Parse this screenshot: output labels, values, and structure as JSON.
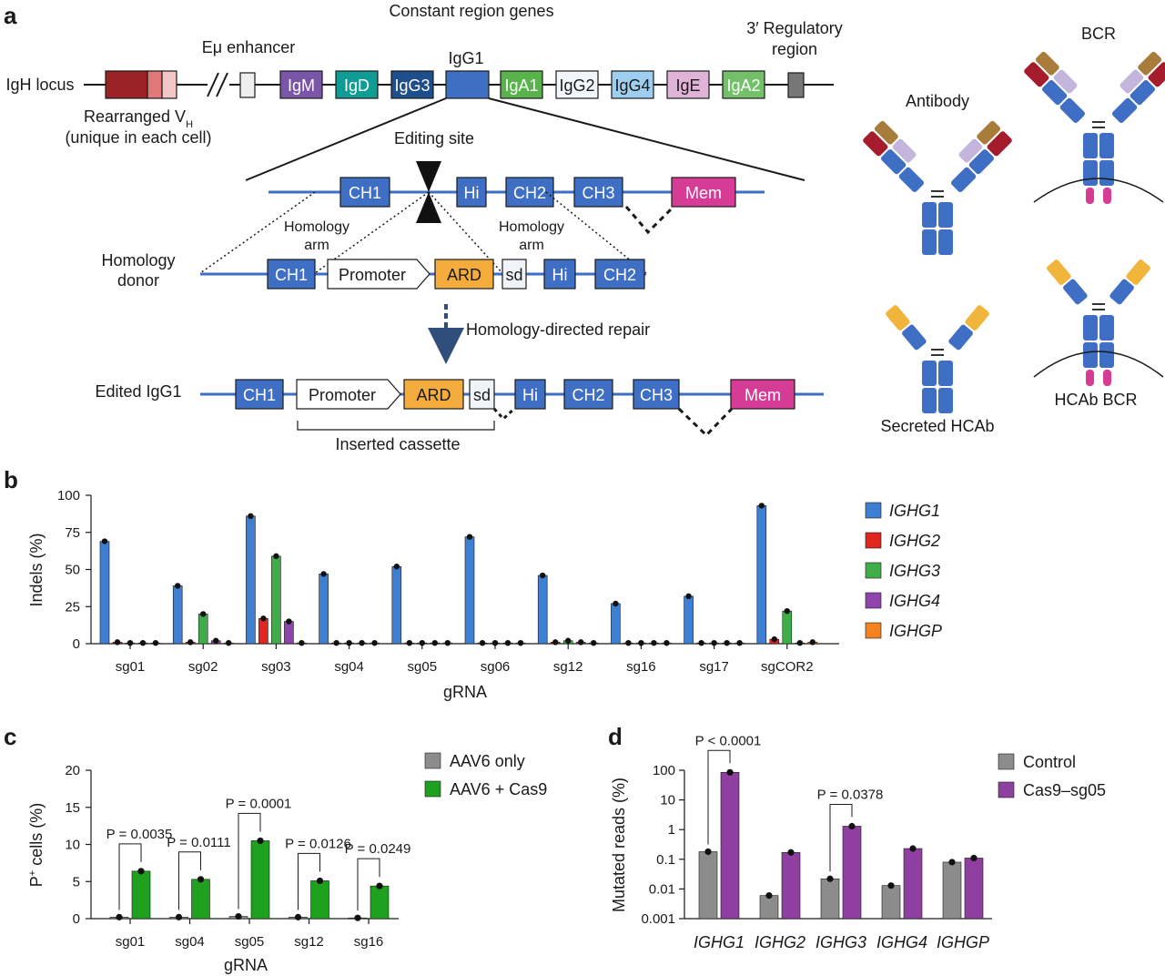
{
  "panel_letters": [
    "a",
    "b",
    "c",
    "d"
  ],
  "panel_a": {
    "constant_region_title": "Constant region genes",
    "igh_locus": "IgH locus",
    "emu_enhancer": "Eμ enhancer",
    "regulatory_region": [
      "3′ Regulatory",
      "region"
    ],
    "rearranged": [
      "Rearranged V",
      "H",
      "(unique in each cell)"
    ],
    "genes": [
      "IgM",
      "IgD",
      "IgG3",
      "IgG1",
      "IgA1",
      "IgG2",
      "IgG4",
      "IgE",
      "IgA2"
    ],
    "editing_site": "Editing site",
    "homology_arm": [
      "Homology",
      "arm"
    ],
    "homology_donor": [
      "Homology",
      "donor"
    ],
    "hdr": "Homology-directed repair",
    "edited": "Edited IgG1",
    "inserted_cassette": "Inserted cassette",
    "segments": {
      "ch1": "CH1",
      "hi": "Hi",
      "ch2": "CH2",
      "ch3": "CH3",
      "mem": "Mem",
      "promoter": "Promoter",
      "ard": "ARD",
      "sd": "sd"
    },
    "molecules": {
      "antibody": "Antibody",
      "bcr": "BCR",
      "secreted_hcab": "Secreted HCAb",
      "hcab_bcr": "HCAb BCR"
    },
    "colors": {
      "vh_dark": "#9b2226",
      "vh_mid": "#e07a7a",
      "vh_light": "#f4c6c6",
      "IgM": "#7b55a8",
      "IgD": "#0f9c94",
      "IgG3": "#1f4e8c",
      "IgG1": "#3f6fc4",
      "IgA1": "#59b24b",
      "IgG2": "#f2f6fa",
      "IgG4": "#9ecff0",
      "IgE": "#e0b4d8",
      "IgA2": "#74c06a",
      "reg": "#777777",
      "blue_seg": "#3f6fc4",
      "mem": "#d63c96",
      "ard": "#f4ad3c",
      "heavy": "#3f6fc4",
      "light": "#c4b5dc",
      "var_light": "#a87c3a",
      "var_heavy": "#a51d2d",
      "hcab_var": "#f2b53b",
      "tm": "#d63c96"
    }
  },
  "chart_data": [
    {
      "panel": "b",
      "type": "bar",
      "ylabel": "Indels (%)",
      "xlabel": "gRNA",
      "ylim": [
        0,
        100
      ],
      "yticks": [
        0,
        25,
        50,
        75,
        100
      ],
      "categories": [
        "sg01",
        "sg02",
        "sg03",
        "sg04",
        "sg05",
        "sg06",
        "sg12",
        "sg16",
        "sg17",
        "sgCOR2"
      ],
      "series": [
        {
          "name": "IGHG1",
          "color": "#3f7fd1",
          "values": [
            69,
            39,
            86,
            47,
            52,
            72,
            46,
            27,
            32,
            93
          ]
        },
        {
          "name": "IGHG2",
          "color": "#e0261f",
          "values": [
            1,
            1,
            17,
            0.5,
            0.5,
            0.5,
            1,
            0.5,
            0.5,
            3
          ]
        },
        {
          "name": "IGHG3",
          "color": "#3fae49",
          "values": [
            0.5,
            20,
            59,
            0.5,
            0.5,
            0.5,
            2,
            0.5,
            0.5,
            22
          ]
        },
        {
          "name": "IGHG4",
          "color": "#8e44ad",
          "values": [
            0.5,
            2,
            15,
            0.5,
            0.5,
            0.5,
            1,
            0.5,
            0.5,
            0.5
          ]
        },
        {
          "name": "IGHGP",
          "color": "#f58220",
          "values": [
            0.5,
            0.5,
            0.5,
            0.5,
            0.5,
            0.5,
            0.5,
            0.5,
            0.5,
            1
          ]
        }
      ],
      "legend": "right",
      "grid": false
    },
    {
      "panel": "c",
      "type": "bar",
      "ylabel": "P+ cells (%)",
      "xlabel": "gRNA",
      "ylim": [
        0,
        20
      ],
      "yticks": [
        0,
        5,
        10,
        15,
        20
      ],
      "categories": [
        "sg01",
        "sg04",
        "sg05",
        "sg12",
        "sg16"
      ],
      "series": [
        {
          "name": "AAV6 only",
          "color": "#8c8c8c",
          "values": [
            0.2,
            0.2,
            0.3,
            0.2,
            0.1
          ]
        },
        {
          "name": "AAV6 + Cas9",
          "color": "#1fa01f",
          "values": [
            6.4,
            5.3,
            10.5,
            5.1,
            4.4
          ]
        }
      ],
      "pvalues": [
        "P = 0.0035",
        "P = 0.0111",
        "P = 0.0001",
        "P = 0.0126",
        "P = 0.0249"
      ],
      "legend": "right",
      "grid": false
    },
    {
      "panel": "d",
      "type": "bar",
      "ylabel": "Mutated reads (%)",
      "yscale": "log",
      "ylim": [
        0.001,
        100
      ],
      "yticks": [
        "0.001",
        "0.01",
        "0.1",
        "1",
        "10",
        "100"
      ],
      "categories": [
        "IGHG1",
        "IGHG2",
        "IGHG3",
        "IGHG4",
        "IGHGP"
      ],
      "series": [
        {
          "name": "Control",
          "color": "#8c8c8c",
          "values": [
            0.18,
            0.006,
            0.022,
            0.013,
            0.08
          ]
        },
        {
          "name": "Cas9–sg05",
          "color": "#8e3fa0",
          "values": [
            85,
            0.17,
            1.3,
            0.23,
            0.11
          ]
        }
      ],
      "pvalues": [
        "P < 0.0001",
        "P = 0.0378"
      ],
      "legend": "right",
      "grid": false
    }
  ]
}
